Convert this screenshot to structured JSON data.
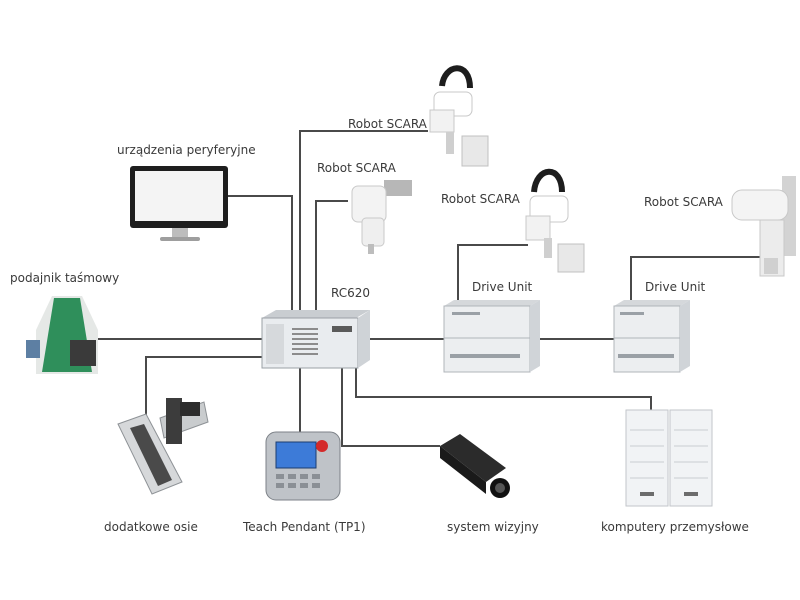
{
  "labels": {
    "peripherals": "urządzenia peryferyjne",
    "conveyor": "podajnik taśmowy",
    "scara_top": "Robot SCARA",
    "scara_mid": "Robot SCARA",
    "scara_drive1": "Robot SCARA",
    "scara_drive2": "Robot SCARA",
    "controller": "RC620",
    "drive_unit_1": "Drive Unit",
    "drive_unit_2": "Drive Unit",
    "extra_axes": "dodatkowe osie",
    "teach_pendant": "Teach Pendant (TP1)",
    "vision": "system wizyjny",
    "industrial_pc": "komputery przemysłowe"
  },
  "colors": {
    "cable": "#4a4a4a",
    "device_body": "#e9ecef",
    "device_dark": "#2b2b2b",
    "conveyor_belt": "#2f8f5b",
    "pendant_screen": "#3d7bd8",
    "pendant_stop": "#d42a2a"
  },
  "devices": [
    {
      "name": "monitor-icon"
    },
    {
      "name": "controller-rc620-icon"
    },
    {
      "name": "conveyor-icon"
    },
    {
      "name": "scara-robot-top-icon"
    },
    {
      "name": "scara-robot-ceiling-icon"
    },
    {
      "name": "scara-robot-drive1-icon"
    },
    {
      "name": "scara-robot-drive2-icon"
    },
    {
      "name": "drive-unit-1-icon"
    },
    {
      "name": "drive-unit-2-icon"
    },
    {
      "name": "linear-axis-icon"
    },
    {
      "name": "teach-pendant-icon"
    },
    {
      "name": "vision-camera-icon"
    },
    {
      "name": "industrial-pc-icon"
    }
  ]
}
